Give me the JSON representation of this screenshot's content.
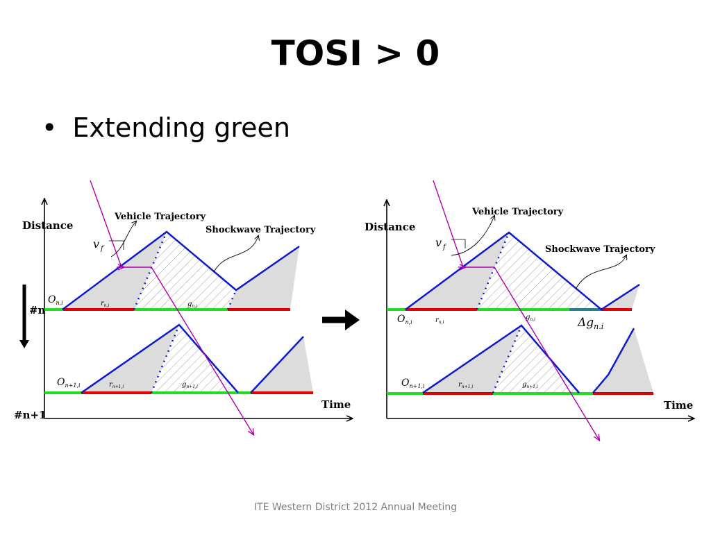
{
  "slide": {
    "title": "TOSI > 0",
    "bullet_symbol": "•",
    "bullet_text": "Extending green",
    "footer": "ITE Western District 2012 Annual Meeting"
  },
  "left_diagram": {
    "y_axis_label": "Distance",
    "x_axis_label": "Time",
    "vehicle_trajectory_label": "Vehicle Trajectory",
    "shockwave_trajectory_label": "Shockwave Trajectory",
    "intersection_n_label": "#n",
    "intersection_n1_label": "#n+1",
    "vf_label": "v",
    "vf_sub": "f",
    "o_n_label": "O",
    "o_n_sub": "n,i",
    "r_n_label": "r",
    "r_n_sub": "n,i",
    "g_n_label": "g",
    "g_n_sub": "n,i",
    "o_n1_label": "O",
    "o_n1_sub": "n+1,i",
    "r_n1_label": "r",
    "r_n1_sub": "n+1,i",
    "g_n1_label": "g",
    "g_n1_sub": "n+1,i"
  },
  "right_diagram": {
    "y_axis_label": "Distance",
    "x_axis_label": "Time",
    "vehicle_trajectory_label": "Vehicle Trajectory",
    "shockwave_trajectory_label": "Shockwave Trajectory",
    "vf_label": "v",
    "vf_sub": "f",
    "o_n_label": "O",
    "o_n_sub": "n,i",
    "r_n_label": "r",
    "r_n_sub": "n,i",
    "g_n_label": "g",
    "g_n_sub": "n,i",
    "delta_g_label": "Δg",
    "delta_g_sub": "n.i",
    "o_n1_label": "O",
    "o_n1_sub": "n+1,i",
    "r_n1_label": "r",
    "r_n1_sub": "n+1,i",
    "g_n1_label": "g",
    "g_n1_sub": "n+1,i"
  },
  "colors": {
    "green_signal": "#22dd22",
    "red_signal": "#e00000",
    "extension": "#2a7f8a",
    "shockwave": "#0a1acc",
    "vehicle": "#b000b0",
    "queue_fill": "#dcdcdc"
  }
}
